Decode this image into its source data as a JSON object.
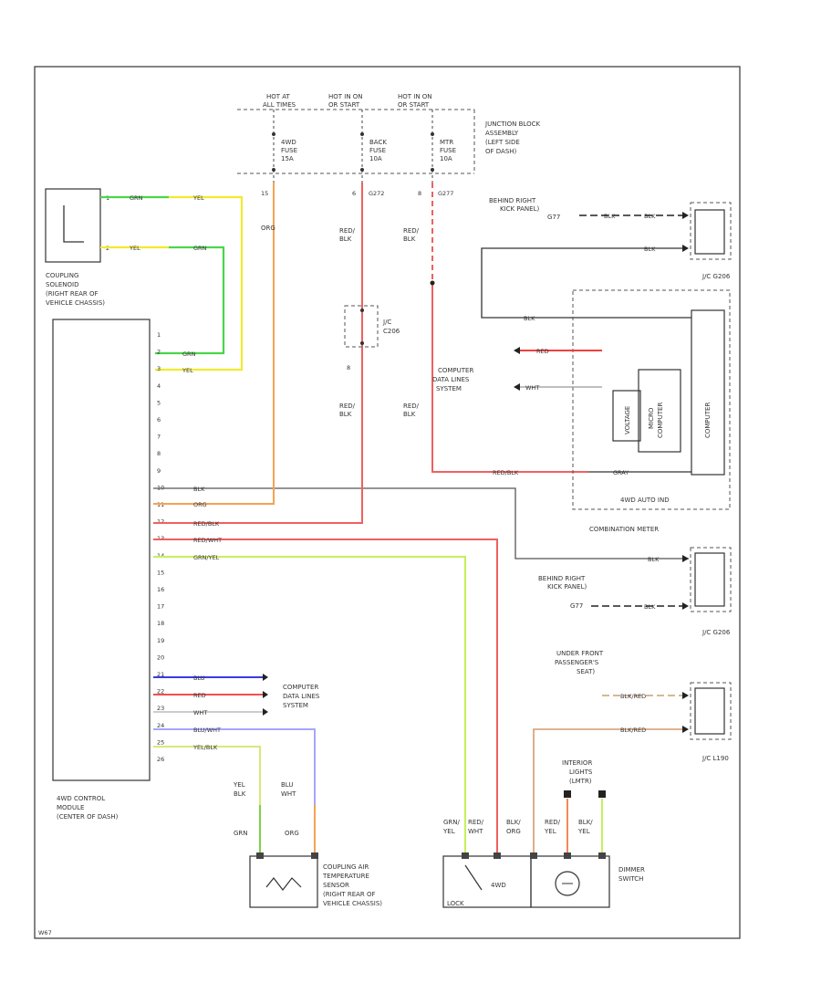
{
  "power": {
    "hot_at_all": [
      "HOT AT",
      "ALL TIMES"
    ],
    "hot_run_start_1": [
      "HOT IN ON",
      "OR START"
    ],
    "hot_run_start_2": [
      "HOT IN ON",
      "OR START"
    ],
    "fuse_1": [
      "4WD",
      "FUSE",
      "15A"
    ],
    "fuse_2": [
      "BACK",
      "FUSE",
      "10A"
    ],
    "fuse_3": [
      "MTR",
      "FUSE",
      "10A"
    ],
    "junction_block": [
      "JUNCTION BLOCK",
      "ASSEMBLY",
      "(LEFT SIDE",
      "OF DASH)"
    ],
    "pins_top": [
      "15",
      "6",
      "G272",
      "8",
      "G277"
    ]
  },
  "coupling_solenoid": {
    "label": [
      "COUPLING",
      "SOLENOID",
      "(RIGHT REAR OF",
      "VEHICLE CHASSIS)"
    ],
    "wire_labels": [
      "GRN",
      "YEL",
      "YEL",
      "GRN"
    ],
    "pins": [
      "1",
      "2"
    ]
  },
  "module": {
    "label": [
      "4WD CONTROL",
      "MODULE",
      "(CENTER OF DASH)"
    ],
    "pins": [
      "1",
      "2",
      "3",
      "4",
      "5",
      "6",
      "7",
      "8",
      "9",
      "10",
      "11",
      "12",
      "13",
      "14",
      "15",
      "16",
      "17",
      "18",
      "19",
      "20",
      "21",
      "22",
      "23",
      "24",
      "25",
      "26"
    ],
    "wires": {
      "p1": "GRN",
      "p3": "YEL",
      "p10": "BLK",
      "p11": "ORG",
      "p12": "RED/BLK",
      "p13": "RED/WHT",
      "p14": "GRN/YEL",
      "p21": "BLU",
      "p22": "RED",
      "p23": "WHT",
      "p24": "BLU/WHT",
      "p25": "YEL/BLK"
    }
  },
  "wire_labels_mid": {
    "red_blk_1": [
      "RED/",
      "BLK"
    ],
    "red_blk_2": [
      "RED/",
      "BLK"
    ],
    "red_blk_3": [
      "RED/",
      "BLK"
    ],
    "red_blk_4": [
      "RED/",
      "BLK"
    ],
    "org": "ORG",
    "jc": [
      "J/C",
      "C206"
    ],
    "pin8": "8"
  },
  "right_side": {
    "behind_panel_1": [
      "BEHIND RIGHT",
      "KICK PANEL)",
      "G77"
    ],
    "behind_panel_2": [
      "BEHIND RIGHT",
      "KICK PANEL)",
      "G77"
    ],
    "jc_top": "J/C G206",
    "jc_mid": "J/C G206",
    "jc_bottom": "J/C L190",
    "computer_data_1": [
      "COMPUTER",
      "DATA LINES",
      "SYSTEM"
    ],
    "computer_data_2": [
      "COMPUTER",
      "DATA LINES",
      "SYSTEM"
    ],
    "combination_meter": "COMBINATION METER",
    "four_wd_auto": "4WD AUTO IND",
    "voltage": "VOLTAGE",
    "micro": [
      "MICRO",
      "COMPUTER"
    ],
    "meter_vertical": "COMPUTER",
    "under_seat": [
      "UNDER FRONT",
      "PASSENGER'S",
      "SEAT)"
    ],
    "wire_blk": "BLK",
    "wire_red": "RED",
    "wire_wht": "WHT",
    "wire_red_blk": "RED/BLK",
    "wire_blk_red": "BLK/RED",
    "wire_gray": "GRAY"
  },
  "bottom": {
    "sensor_label": [
      "COUPLING AIR",
      "TEMPERATURE",
      "SENSOR",
      "(RIGHT REAR OF",
      "VEHICLE CHASSIS)"
    ],
    "sensor_wires_1": [
      "YEL",
      "BLK"
    ],
    "sensor_wires_2": [
      "BLU",
      "WHT"
    ],
    "sensor_wire_grn": "GRN",
    "sensor_wire_org": "ORG",
    "switch_wire_labels": [
      "GRN/",
      "YEL",
      "RED/",
      "WHT",
      "BLK/",
      "ORG",
      "RED/",
      "YEL",
      "BLK/",
      "YEL"
    ],
    "lock": "LOCK",
    "four_wd": "4WD",
    "interior_lights": [
      "INTERIOR",
      "LIGHTS",
      "(LMTR)"
    ],
    "dimmer": [
      "DIMMER",
      "SWITCH"
    ]
  },
  "footer_code": "W67"
}
